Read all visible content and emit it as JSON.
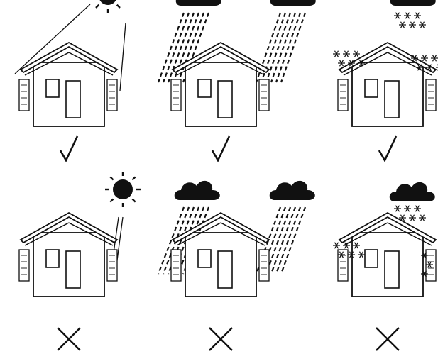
{
  "colors": {
    "ink": "#111111",
    "background": "#ffffff"
  },
  "panels": [
    {
      "weather": "sun",
      "verdict": "correct",
      "sun_fully_visible": false
    },
    {
      "weather": "rain",
      "verdict": "correct",
      "cloud_fully_visible": false
    },
    {
      "weather": "snow",
      "verdict": "correct",
      "cloud_fully_visible": false
    },
    {
      "weather": "sun",
      "verdict": "incorrect",
      "sun_fully_visible": true
    },
    {
      "weather": "rain",
      "verdict": "incorrect",
      "cloud_fully_visible": true
    },
    {
      "weather": "snow",
      "verdict": "incorrect",
      "cloud_fully_visible": true
    }
  ],
  "icons": {
    "correct": "checkmark-icon",
    "incorrect": "cross-icon",
    "house": "house-icon",
    "unit": "wall-mounted-unit-icon",
    "sun": "sun-icon",
    "rain": "rain-cloud-icon",
    "snow": "snow-cloud-icon"
  }
}
